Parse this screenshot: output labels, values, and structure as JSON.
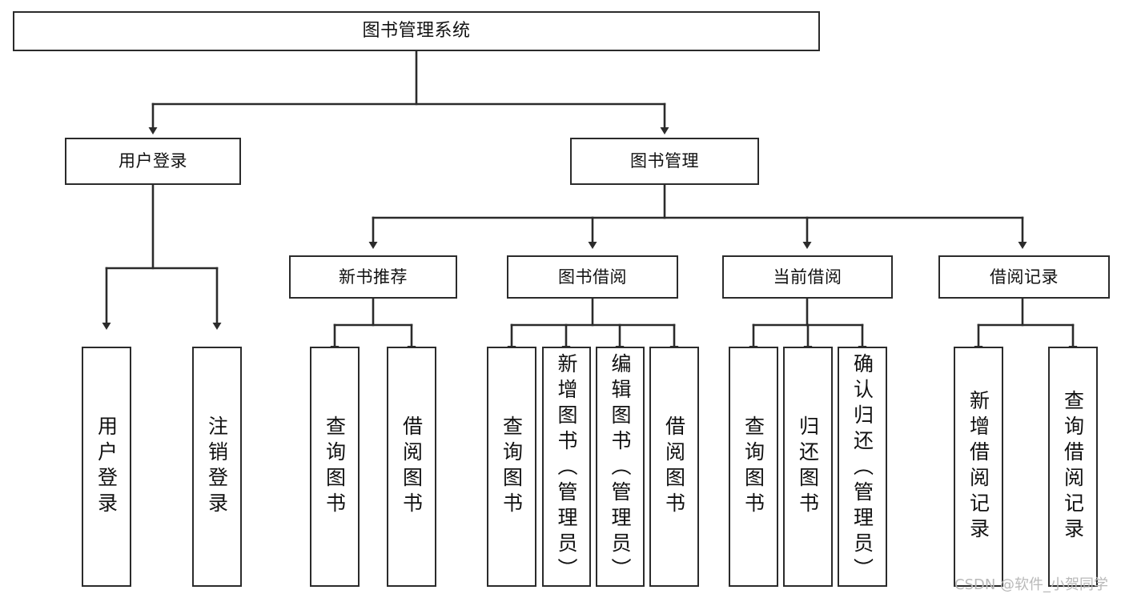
{
  "diagram": {
    "title": "图书管理系统",
    "type": "功能结构图",
    "watermark": "CSDN @软件_小贺同学",
    "colors": {
      "stroke": "#2b2b2b",
      "fill": "#ffffff",
      "text": "#111111",
      "watermark": "#b9b9b9"
    },
    "nodes": {
      "root": {
        "label": "图书管理系统"
      },
      "level2": [
        {
          "id": "user-login",
          "label": "用户登录"
        },
        {
          "id": "book-manage",
          "label": "图书管理"
        }
      ],
      "level3": [
        {
          "id": "new-book-recommend",
          "label": "新书推荐"
        },
        {
          "id": "book-borrow",
          "label": "图书借阅"
        },
        {
          "id": "current-borrow",
          "label": "当前借阅"
        },
        {
          "id": "borrow-record",
          "label": "借阅记录"
        }
      ],
      "leaves": {
        "user-login": [
          {
            "id": "leaf-user-login",
            "label": "用户登录"
          },
          {
            "id": "leaf-user-logout",
            "label": "注销登录"
          }
        ],
        "new-book-recommend": [
          {
            "id": "leaf-query-book-1",
            "label": "查询图书"
          },
          {
            "id": "leaf-borrow-book-1",
            "label": "借阅图书"
          }
        ],
        "book-borrow": [
          {
            "id": "leaf-query-book-2",
            "label": "查询图书"
          },
          {
            "id": "leaf-add-book-admin",
            "label": "新增图书（管理员）"
          },
          {
            "id": "leaf-edit-book-admin",
            "label": "编辑图书（管理员）"
          },
          {
            "id": "leaf-borrow-book-2",
            "label": "借阅图书"
          }
        ],
        "current-borrow": [
          {
            "id": "leaf-query-book-3",
            "label": "查询图书"
          },
          {
            "id": "leaf-return-book",
            "label": "归还图书"
          },
          {
            "id": "leaf-confirm-return-admin",
            "label": "确认归还（管理员）"
          }
        ],
        "borrow-record": [
          {
            "id": "leaf-add-borrow-record",
            "label": "新增借阅记录"
          },
          {
            "id": "leaf-query-borrow-record",
            "label": "查询借阅记录"
          }
        ]
      }
    }
  }
}
